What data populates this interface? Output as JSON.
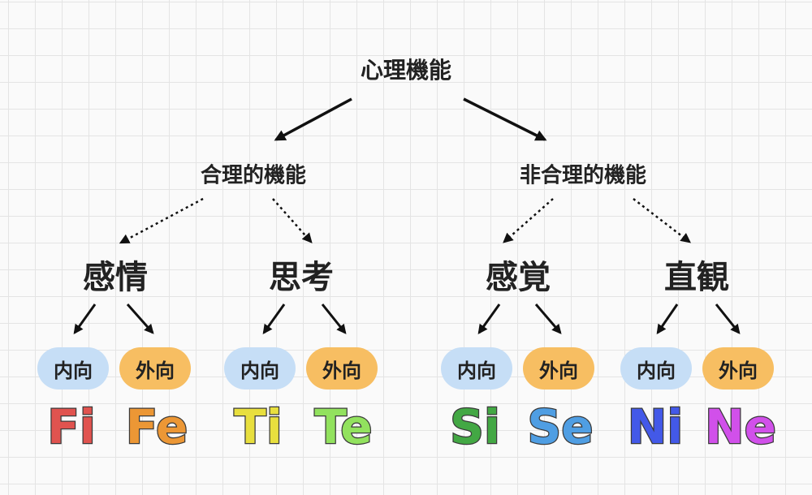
{
  "root": "心理機能",
  "categories": [
    {
      "label": "合理的機能"
    },
    {
      "label": "非合理的機能"
    }
  ],
  "functions": [
    {
      "label": "感情"
    },
    {
      "label": "思考"
    },
    {
      "label": "感覚"
    },
    {
      "label": "直観"
    }
  ],
  "introvert_label": "内向",
  "extrovert_label": "外向",
  "codes": [
    {
      "text": "Fi",
      "color": "#e0534f"
    },
    {
      "text": "Fe",
      "color": "#ec9735"
    },
    {
      "text": "Ti",
      "color": "#e8df3e"
    },
    {
      "text": "Te",
      "color": "#92e25e"
    },
    {
      "text": "Si",
      "color": "#43a844"
    },
    {
      "text": "Se",
      "color": "#4f9ee3"
    },
    {
      "text": "Ni",
      "color": "#4359e8"
    },
    {
      "text": "Ne",
      "color": "#d150ea"
    }
  ],
  "colors": {
    "introvert_pill": "#c6def6",
    "extrovert_pill": "#f7be62",
    "text": "#222222"
  }
}
